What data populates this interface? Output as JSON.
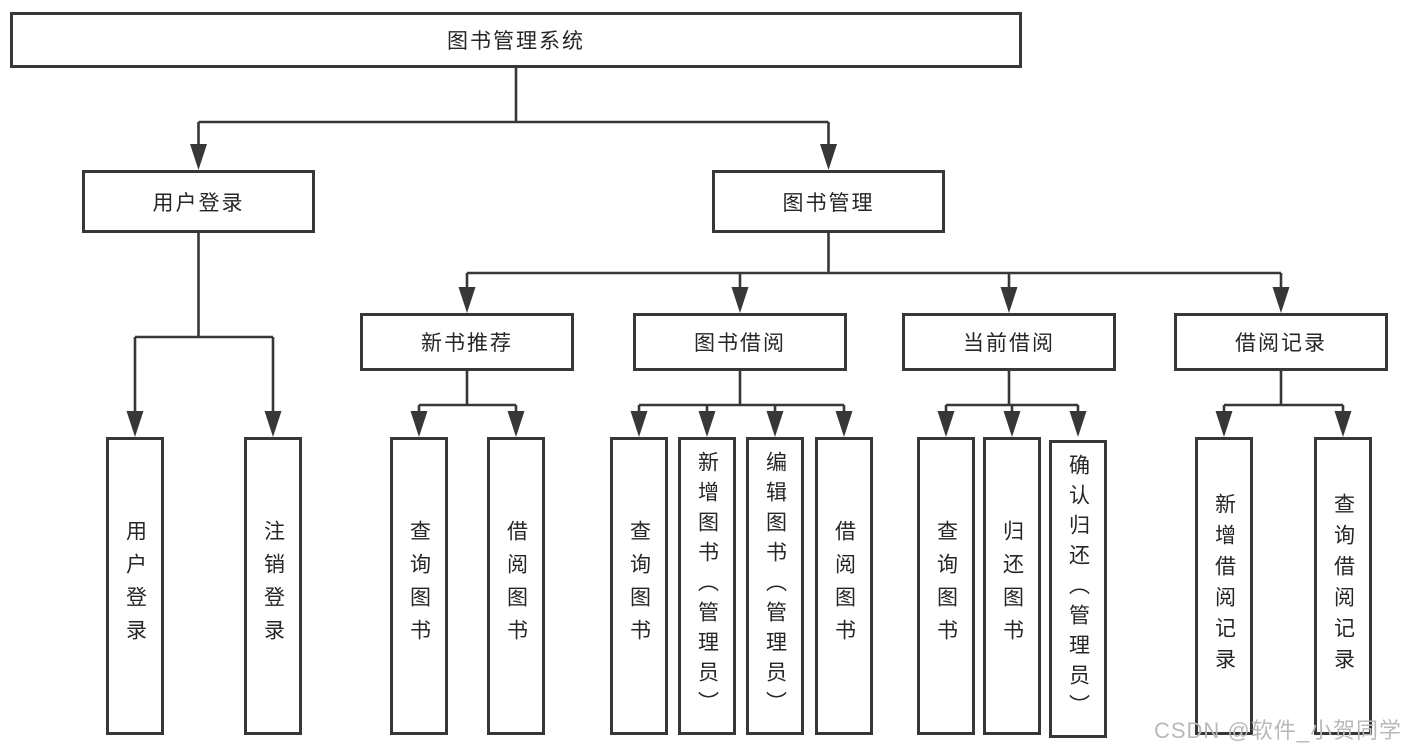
{
  "colors": {
    "line": "#373737",
    "border": "#373737",
    "text": "#262626",
    "background": "#ffffff",
    "watermark_text": "#b9b9b9"
  },
  "watermark": {
    "text": "CSDN @软件_小贺同学"
  },
  "tree": {
    "root": {
      "label": "图书管理系统"
    },
    "branches": [
      {
        "label": "用户登录",
        "leaves": [
          {
            "label": "用户登录"
          },
          {
            "label": "注销登录"
          }
        ]
      },
      {
        "label": "图书管理",
        "groups": [
          {
            "label": "新书推荐",
            "leaves": [
              {
                "label": "查询图书"
              },
              {
                "label": "借阅图书"
              }
            ]
          },
          {
            "label": "图书借阅",
            "leaves": [
              {
                "label": "查询图书"
              },
              {
                "label": "新增图书（管理员）"
              },
              {
                "label": "编辑图书（管理员）"
              },
              {
                "label": "借阅图书"
              }
            ]
          },
          {
            "label": "当前借阅",
            "leaves": [
              {
                "label": "查询图书"
              },
              {
                "label": "归还图书"
              },
              {
                "label": "确认归还（管理员）"
              }
            ]
          },
          {
            "label": "借阅记录",
            "leaves": [
              {
                "label": "新增借阅记录"
              },
              {
                "label": "查询借阅记录"
              }
            ]
          }
        ]
      }
    ]
  }
}
